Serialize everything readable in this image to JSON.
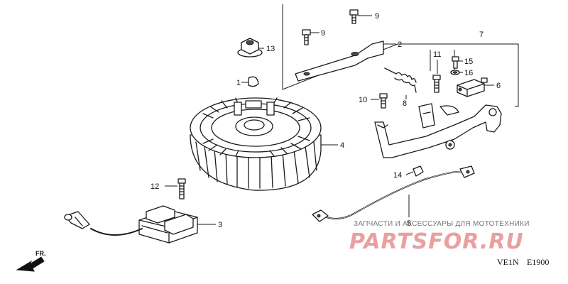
{
  "callouts": {
    "c1": "1",
    "c2": "2",
    "c3": "3",
    "c4": "4",
    "c5": "5",
    "c6": "6",
    "c7": "7",
    "c8": "8",
    "c9a": "9",
    "c9b": "9",
    "c10": "10",
    "c11": "11",
    "c12": "12",
    "c13": "13",
    "c14": "14",
    "c15": "15",
    "c16": "16"
  },
  "direction_marker": {
    "label": "FR."
  },
  "watermark": {
    "caption": "ЗАПЧАСТИ И АКСЕССУАРЫ ДЛЯ МОТОТЕХНИКИ",
    "logo": "PARTSFOR.RU"
  },
  "diagram_code": {
    "left": "VE1N",
    "right": "E1900"
  },
  "colors": {
    "line": "#1a1a1a",
    "watermark": "#e8a0a0",
    "background": "#ffffff"
  }
}
